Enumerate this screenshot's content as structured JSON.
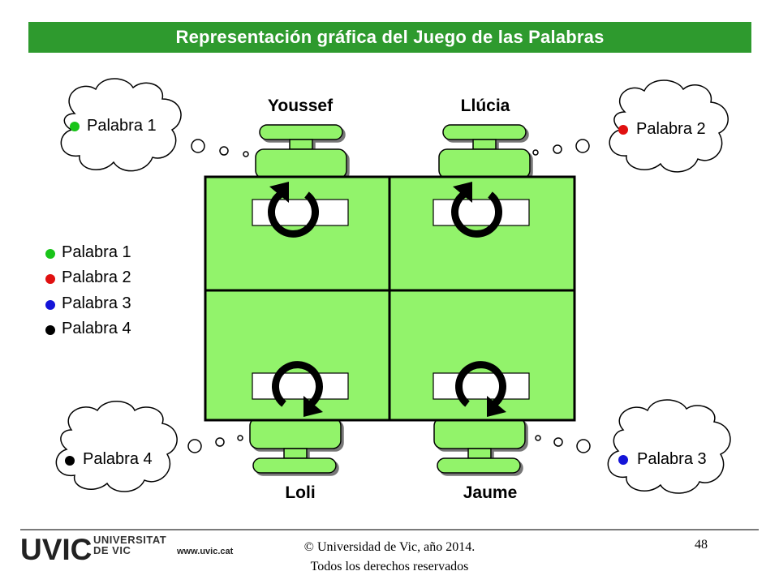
{
  "title": "Representación gráfica del Juego de las Palabras",
  "players": {
    "top_left": "Youssef",
    "top_right": "Llúcia",
    "bottom_left": "Loli",
    "bottom_right": "Jaume"
  },
  "clouds": {
    "top_left": "Palabra 1",
    "top_right": "Palabra 2",
    "bottom_left": "Palabra 4",
    "bottom_right": "Palabra 3"
  },
  "legend": [
    {
      "label": "Palabra 1",
      "color": "#19c419"
    },
    {
      "label": "Palabra 2",
      "color": "#e01010"
    },
    {
      "label": "Palabra 3",
      "color": "#1414d8"
    },
    {
      "label": "Palabra 4",
      "color": "#000000"
    }
  ],
  "footer": {
    "logo": "UVIC",
    "logo_sub1": "UNIVERSITAT",
    "logo_sub2": "DE VIC",
    "website": "www.uvic.cat",
    "copyright_line1": "© Universidad de Vic, año 2014.",
    "copyright_line2": "Todos los derechos reservados",
    "page_number": "48"
  },
  "colors": {
    "title_bg": "#2e9a2e",
    "table_green": "#92f36b"
  }
}
